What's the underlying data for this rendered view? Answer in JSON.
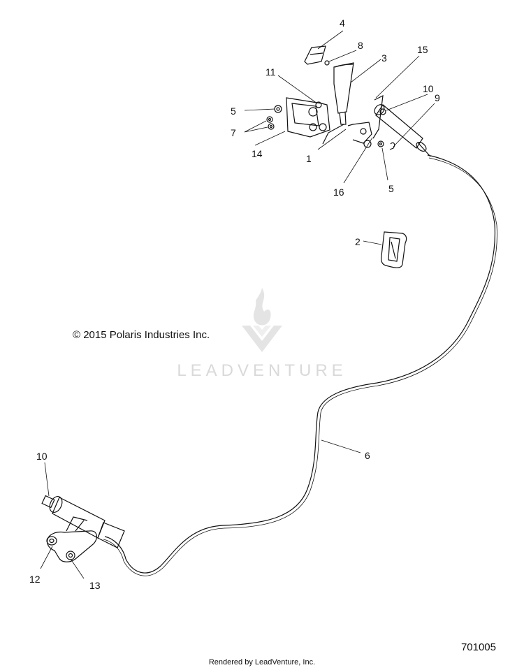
{
  "callouts": {
    "c1": "1",
    "c2": "2",
    "c3": "3",
    "c4": "4",
    "c5a": "5",
    "c5b": "5",
    "c6": "6",
    "c7": "7",
    "c8": "8",
    "c9": "9",
    "c10a": "10",
    "c10b": "10",
    "c11": "11",
    "c12": "12",
    "c13": "13",
    "c14": "14",
    "c15": "15",
    "c16": "16"
  },
  "copyright": "© 2015 Polaris Industries Inc.",
  "watermark": "LEADVENTURE",
  "diagram_number": "701005",
  "rendered_by": "Rendered by LeadVenture, Inc.",
  "colors": {
    "line": "#111111",
    "watermark": "#d9d9d9"
  }
}
